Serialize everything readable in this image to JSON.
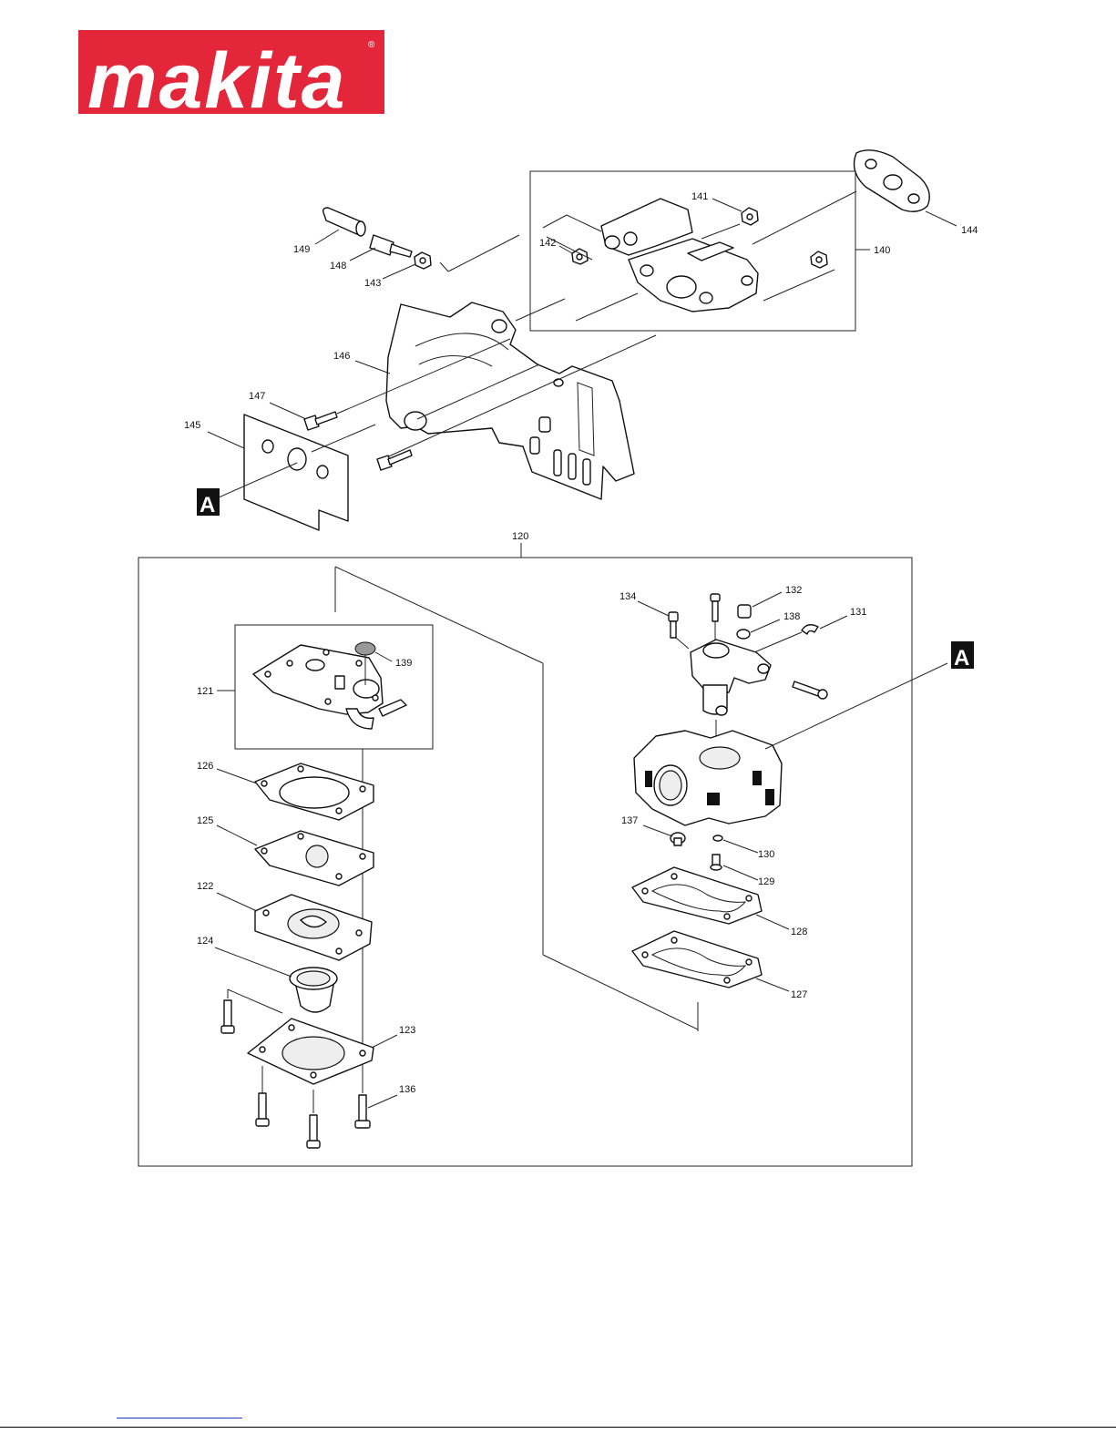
{
  "logo": {
    "text": "makita",
    "registered_mark": "®",
    "brand_color": "#E3263A"
  },
  "callouts": {
    "n120": "120",
    "n121": "121",
    "n122": "122",
    "n123": "123",
    "n124": "124",
    "n125": "125",
    "n126": "126",
    "n127": "127",
    "n128": "128",
    "n129": "129",
    "n130": "130",
    "n131": "131",
    "n132": "132",
    "n134": "134",
    "n136": "136",
    "n137": "137",
    "n138": "138",
    "n139": "139",
    "n140": "140",
    "n141": "141",
    "n142": "142",
    "n143": "143",
    "n144": "144",
    "n145": "145",
    "n146": "146",
    "n147": "147",
    "n148": "148",
    "n149": "149"
  },
  "markers": {
    "left": "A",
    "right": "A"
  }
}
